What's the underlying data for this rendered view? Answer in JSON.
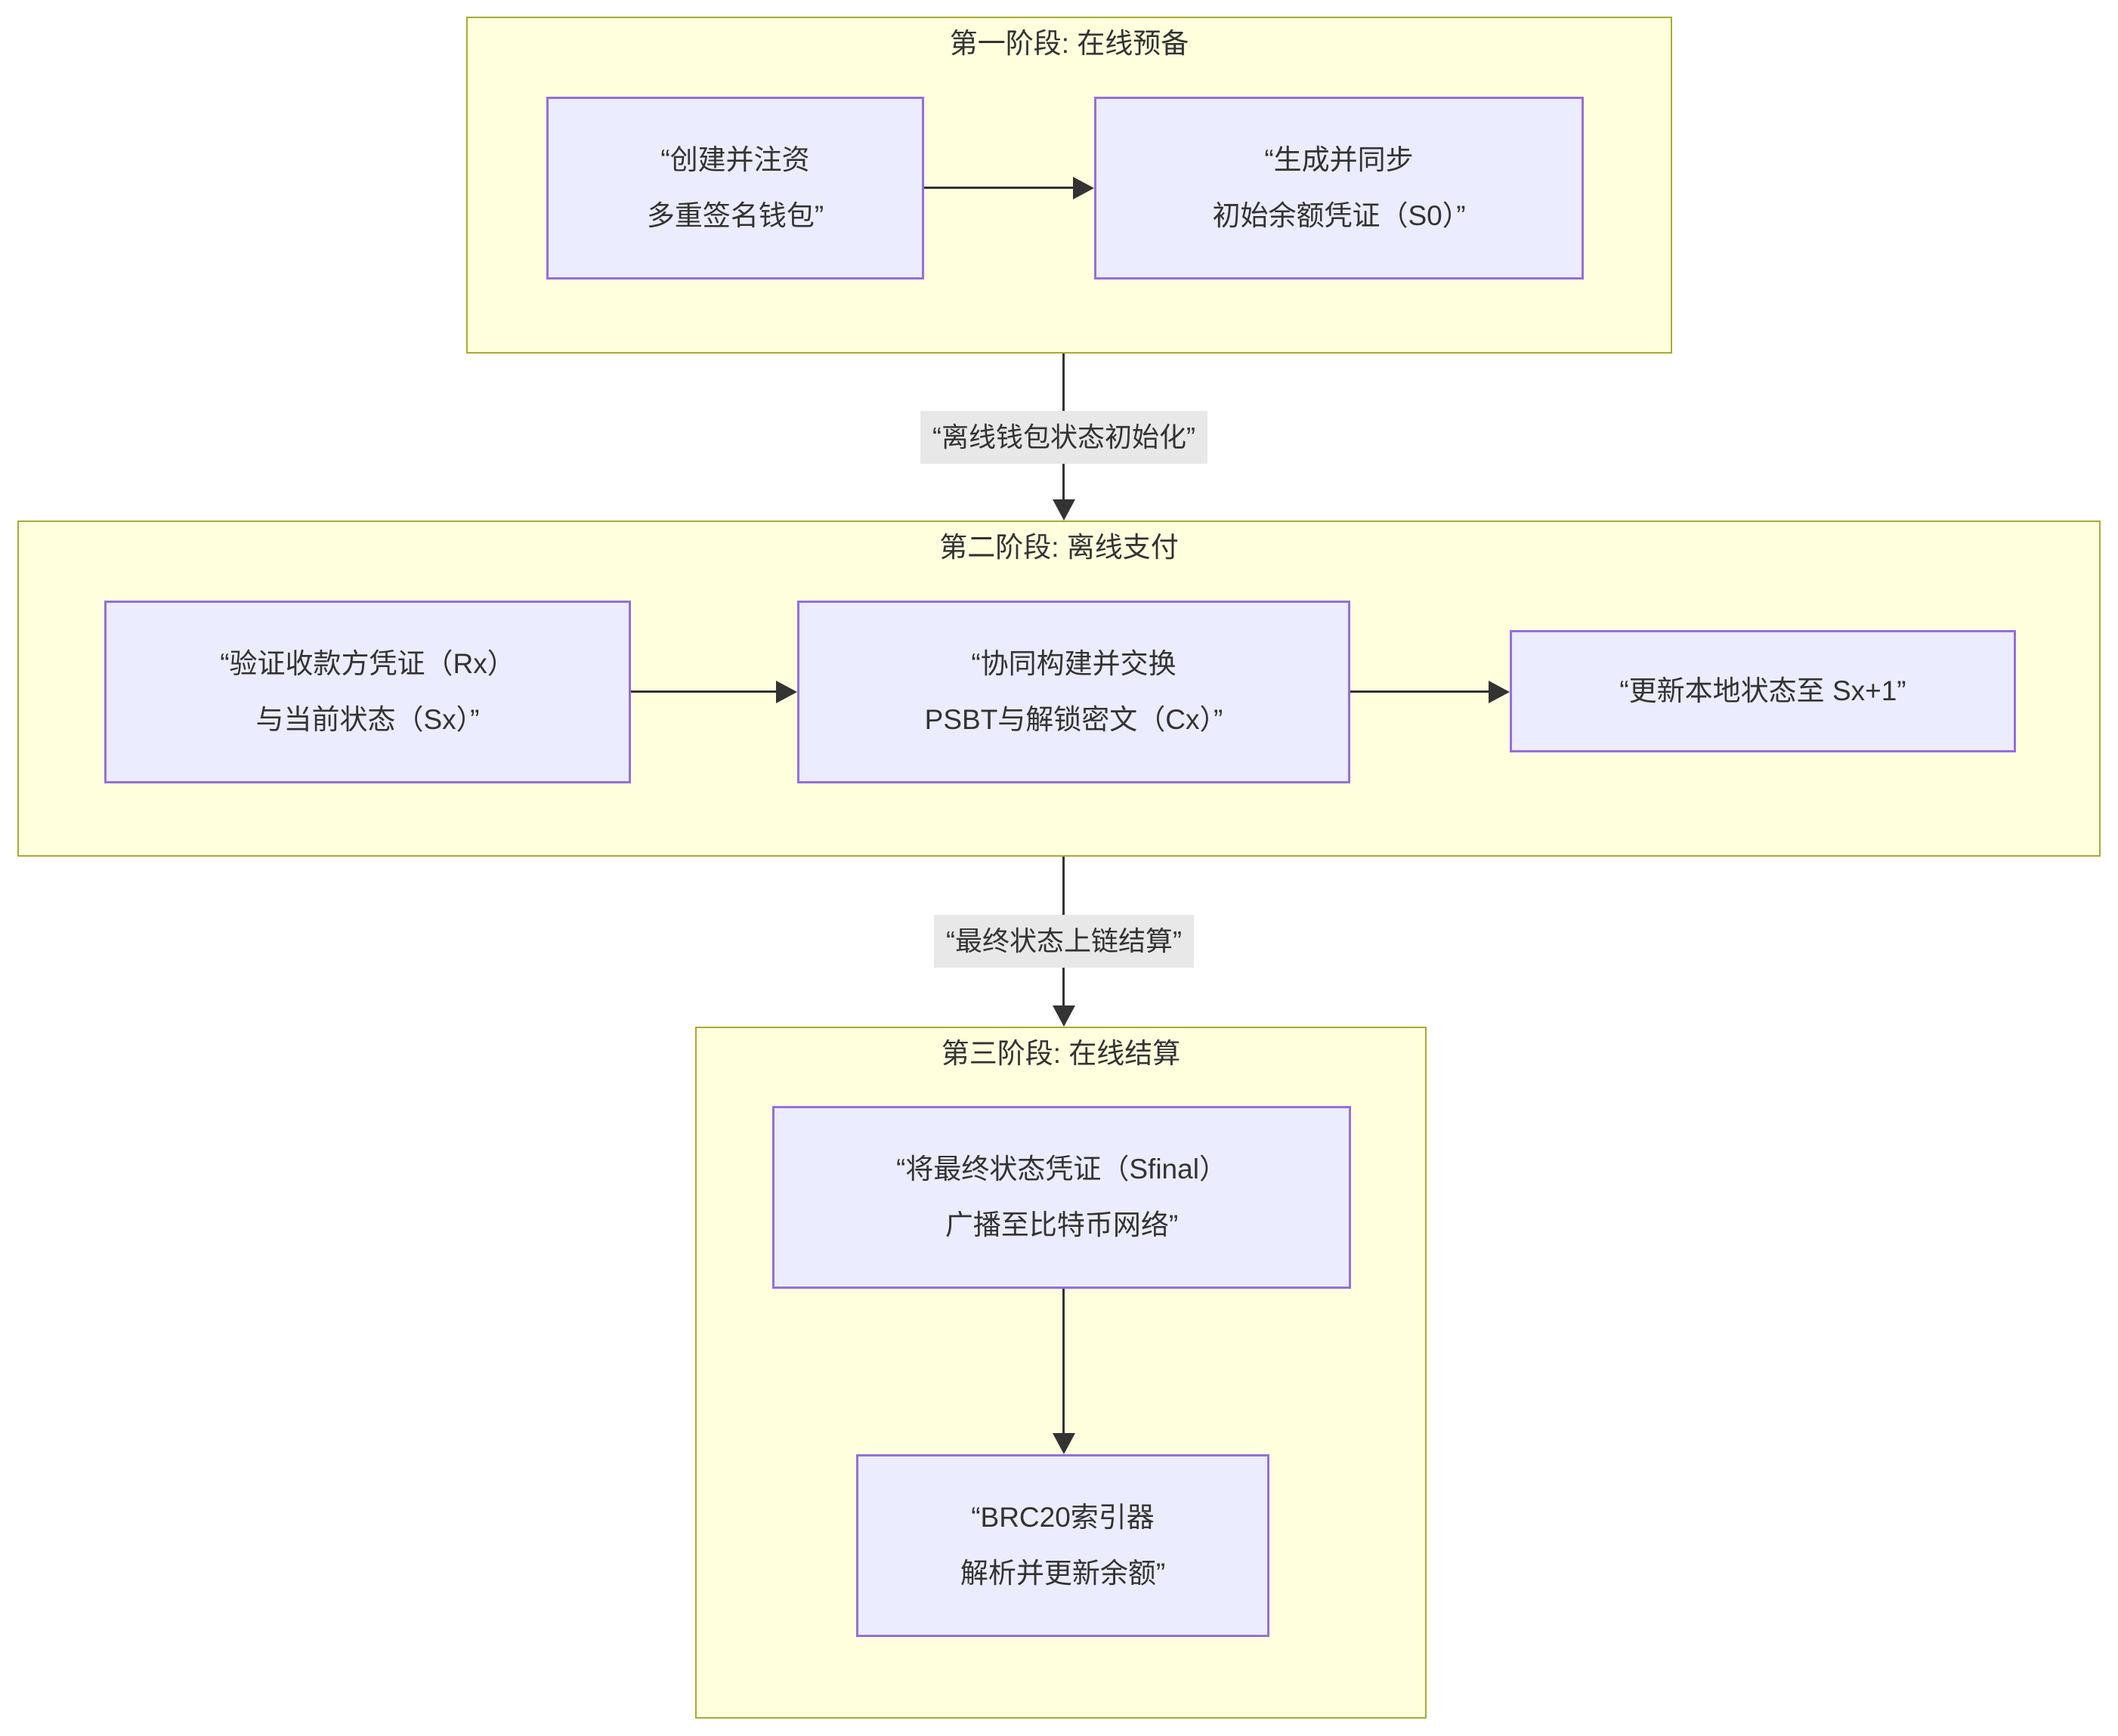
{
  "colors": {
    "page-bg": "#ffffff",
    "cluster-fill": "#ffffde",
    "cluster-border": "#aaaa33",
    "node-fill": "#ECECFF",
    "node-border": "#9370DB",
    "edge-label-bg": "#e8e8e8",
    "arrow-color": "#333333",
    "text-color": "#333333"
  },
  "clusters": {
    "phase1": {
      "title": "第一阶段: 在线预备"
    },
    "phase2": {
      "title": "第二阶段: 离线支付"
    },
    "phase3": {
      "title": "第三阶段: 在线结算"
    }
  },
  "nodes": {
    "a1": {
      "line1": "“创建并注资",
      "line2": "多重签名钱包”"
    },
    "a2": {
      "line1": "“生成并同步",
      "line2": "初始余额凭证（S0）”"
    },
    "b1": {
      "line1": "“验证收款方凭证（Rx）",
      "line2": "与当前状态（Sx）”"
    },
    "b2": {
      "line1": "“协同构建并交换",
      "line2": "PSBT与解锁密文（Cx）”"
    },
    "b3": {
      "line1": "“更新本地状态至 Sx+1”"
    },
    "c1": {
      "line1": "“将最终状态凭证（Sfinal）",
      "line2": "广播至比特币网络”"
    },
    "c2": {
      "line1": "“BRC20索引器",
      "line2": "解析并更新余额”"
    }
  },
  "edges": {
    "edge1": {
      "label": "“离线钱包状态初始化”"
    },
    "edge2": {
      "label": "“最终状态上链结算”"
    }
  }
}
